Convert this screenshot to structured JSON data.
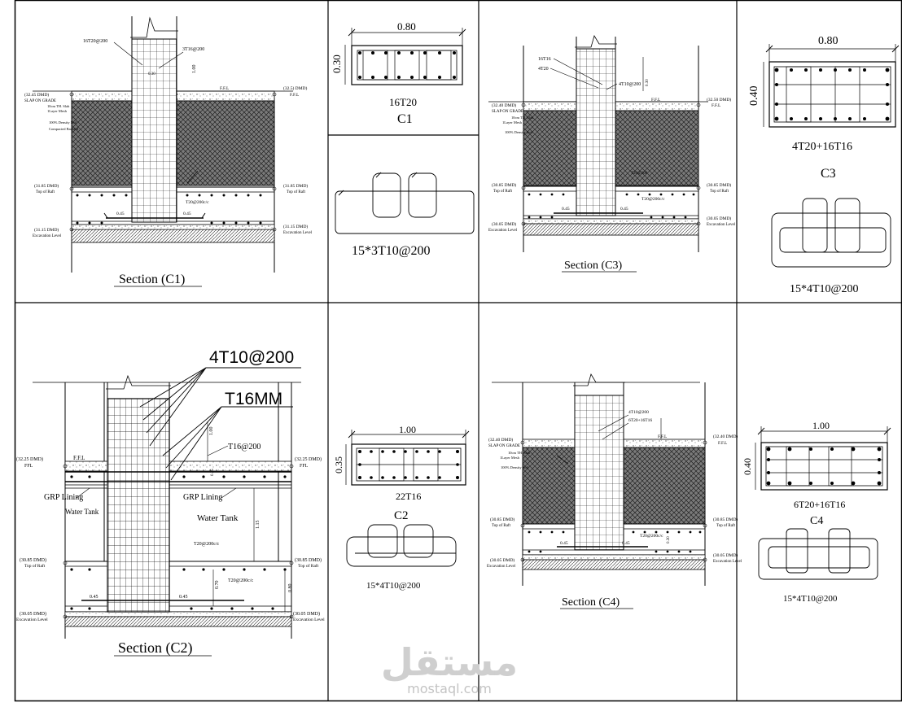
{
  "c1": {
    "section_title": "Section (C1)",
    "labels": {
      "bar_main": "16T20@200",
      "bar_tie": "3T16@200",
      "ffl": "F.F.L",
      "level_top": "(32.45 DMD)",
      "level_top_right": "(32.5) DMD)",
      "slab": "SLAP ON GRADE",
      "ffl_right": "F.F.L",
      "mesh": "10cm TH. Slab",
      "mesh2": "1Layer Mesh",
      "excav_note": "100% Density Soil",
      "fill_note": "Compacted Backfill",
      "raft_level": "(31.85 DMD)",
      "raft_text": "Top of Raft",
      "raft_level_right": "(31.85 DMD)",
      "raft_text_right": "Top of Raft",
      "dowel": "T20@200c/c",
      "dim_left": "0.45",
      "dim_right": "0.45",
      "exc_level": "(31.15 DMD)",
      "exc_text": "Excavation Level",
      "exc_level_right": "(31.15 DMD)",
      "exc_text_right": "Excavation Level",
      "dim_v": "1.00",
      "dim_mid": "0.30"
    }
  },
  "c1_detail": {
    "width_dim": "0.80",
    "height_dim": "0.30",
    "rebar": "16T20",
    "name": "C1",
    "stirrups": "15*3T10@200"
  },
  "c3": {
    "section_title": "Section (C3)",
    "labels": {
      "bar_main": "16T16",
      "bar_b": "4T20",
      "bar_tie": "4T10@200",
      "level_top": "(32.40 DMD)",
      "slab": "SLAP ON GRADE",
      "mesh": "10cm TH. Slab",
      "mesh2": "1Layer Mesh",
      "excav_note": "100% Density Soil",
      "ffl": "F.F.L",
      "level_top_right": "(32.50 DMD)",
      "ffl_right": "F.F.L",
      "raft_level": "(30.85 DMD)",
      "raft_text": "Top of Raft",
      "raft_level_right": "(30.85 DMD)",
      "raft_text_right": "Top of Raft",
      "dowel": "T20@200c/c",
      "dim_left": "0.45",
      "dim_right": "0.45",
      "exc_level": "(30.05 DMD)",
      "exc_text": "Excavation Level",
      "exc_level_right": "(30.05 DMD)",
      "exc_text_right": "Excavation Level",
      "note_mid": "T20@200",
      "dim_v": "0.30",
      "dim_mid": "0.80"
    }
  },
  "c3_detail": {
    "width_dim": "0.80",
    "height_dim": "0.40",
    "rebar": "4T20+16T16",
    "name": "C3",
    "stirrups": "15*4T10@200"
  },
  "c2": {
    "section_title": "Section (C2)",
    "callout_ties": "4T10@200",
    "callout_bars": "T16MM",
    "labels": {
      "top_bar": "T16@200",
      "level_top": "(32.25 DMD)",
      "ffl_left": "FFL",
      "ffl": "F.F.L",
      "level_top_right": "(32.25 DMD)",
      "ffl_right": "FFL",
      "grp_left": "GRP Lining",
      "grp_right": "GRP Lining",
      "tank_left": "Water Tank",
      "tank_right": "Water Tank",
      "raft_level": "(30.85 DMD)",
      "raft_text": "Top of Raft",
      "raft_level_right": "(30.85 DMD)",
      "raft_text_right": "Top of Raft",
      "dowel": "T20@200c/c",
      "dowel2": "T20@200c/c",
      "dim_left": "0.45",
      "dim_right": "0.45",
      "exc_level": "(30.05 DMD)",
      "exc_text": "Excavation Level",
      "exc_level_right": "(30.05 DMD)",
      "exc_text_right": "Excavation Level",
      "dim_v1": "1.00",
      "dim_v2": "1.15",
      "dim_v3": "0.70",
      "dim_v4": "0.80",
      "dim_small": "0.25"
    }
  },
  "c2_detail": {
    "width_dim": "1.00",
    "height_dim": "0.35",
    "rebar": "22T16",
    "name": "C2",
    "stirrups": "15*4T10@200"
  },
  "c4": {
    "section_title": "Section (C4)",
    "labels": {
      "bar_tie": "4T10@200",
      "bar_main": "6T20+16T16",
      "level_top": "(32.40 DMD)",
      "slab": "SLAP ON GRADE",
      "mesh": "10cm TH. Slab",
      "mesh2": "1Layer Mesh",
      "excav_note": "100% Density Soil",
      "ffl": "F.F.L",
      "level_top_right": "(32.40 DMD)",
      "ffl_right": "F.F.L",
      "raft_level": "(30.85 DMD)",
      "raft_text": "Top of Raft",
      "raft_level_right": "(30.85 DMD)",
      "raft_text_right": "Top of Raft",
      "dowel": "T20@200c/c",
      "dim_left": "0.45",
      "dim_right": "0.45",
      "exc_level": "(30.05 DMD)",
      "exc_text": "Excavation Level",
      "exc_level_right": "(30.05 DMD)",
      "exc_text_right": "Excavation Level",
      "dim_v": "0.30"
    }
  },
  "c4_detail": {
    "width_dim": "1.00",
    "height_dim": "0.40",
    "rebar": "6T20+16T16",
    "name": "C4",
    "stirrups": "15*4T10@200"
  },
  "watermark": {
    "arabic": "مستقل",
    "latin": "mostaql.com"
  },
  "colors": {
    "line": "#000000",
    "hatch": "#333333",
    "watermark": "#c8c8c8"
  }
}
